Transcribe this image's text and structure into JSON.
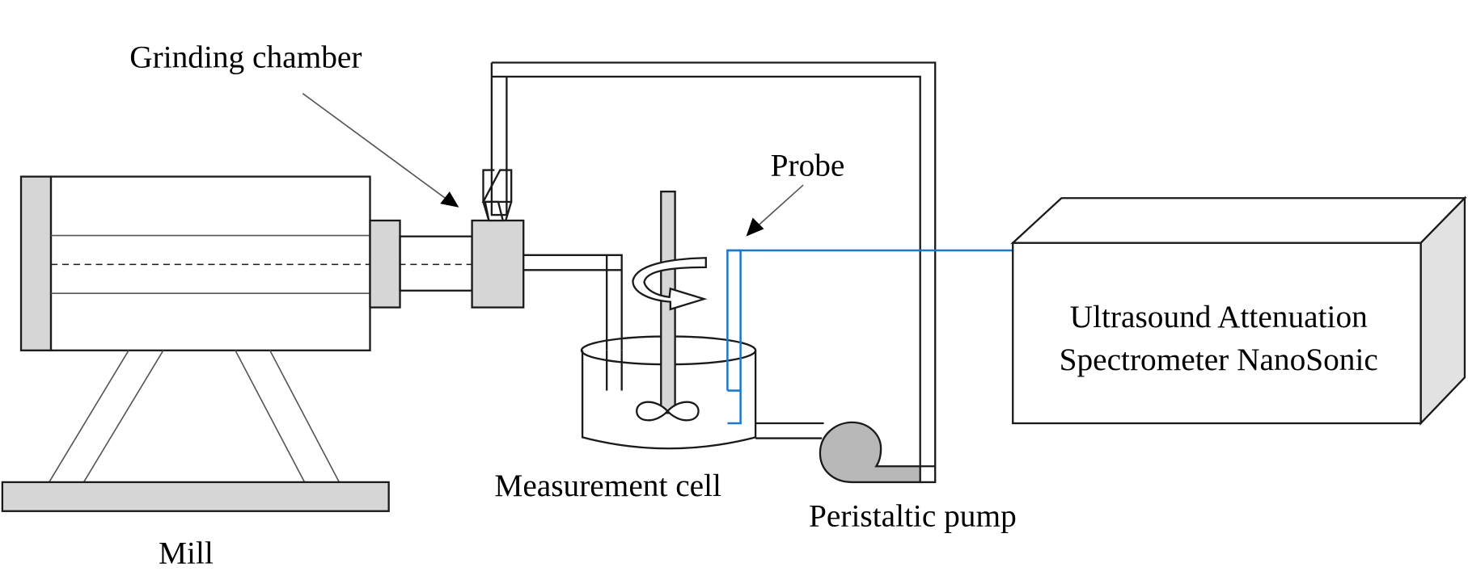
{
  "diagram": {
    "labels": {
      "grinding_chamber": "Grinding chamber",
      "probe": "Probe",
      "mill": "Mill",
      "measurement_cell": "Measurement cell",
      "peristaltic_pump": "Peristaltic pump",
      "spectrometer_line1": "Ultrasound Attenuation",
      "spectrometer_line2": "Spectrometer NanoSonic"
    },
    "colors": {
      "stroke": "#1a1a1a",
      "fill_gray": "#d6d6d6",
      "probe_blue": "#1f78c8",
      "pump_gray": "#b8b8b8"
    }
  }
}
